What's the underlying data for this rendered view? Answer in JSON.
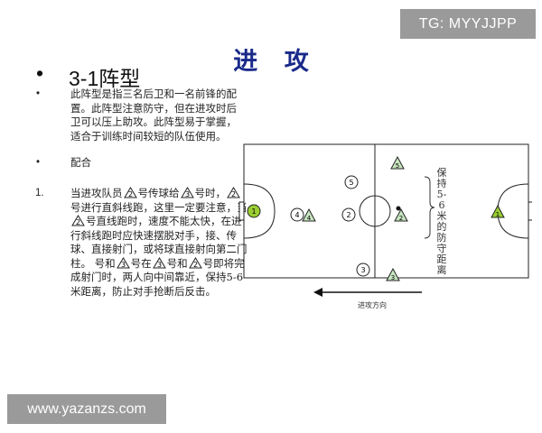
{
  "watermarks": {
    "top": "TG: MYYJJPP",
    "bottom": "www.yazanzs.com"
  },
  "title": "进 攻",
  "heading": {
    "bullet": "•",
    "text": "3-1阵型"
  },
  "bullets": [
    {
      "marker": "•",
      "text": "此阵型是指三名后卫和一名前锋的配置。此阵型注意防守，但在进攻时后卫可以压上助攻。此阵型易于掌握，适合于训练时间较短的队伍使用。"
    },
    {
      "marker": "•",
      "text": "配合"
    }
  ],
  "numbered": {
    "marker": "1.",
    "segments": [
      {
        "t": "text",
        "v": "当进攻队员"
      },
      {
        "t": "tri",
        "v": "2"
      },
      {
        "t": "text",
        "v": "号传球给"
      },
      {
        "t": "tri",
        "v": "3"
      },
      {
        "t": "text",
        "v": "号时，"
      },
      {
        "t": "tri",
        "v": "2"
      },
      {
        "t": "text",
        "v": "号进行直斜线跑，这里一定要注意，当"
      },
      {
        "t": "tri",
        "v": "2"
      },
      {
        "t": "text",
        "v": "号直线跑时，速度不能太快，在进行斜线跑时应快速摆脱对手，接、传球、直接射门，或将球直接射向第二门柱。 号和"
      },
      {
        "t": "tri",
        "v": "3"
      },
      {
        "t": "text",
        "v": "号在"
      },
      {
        "t": "tri",
        "v": "3"
      },
      {
        "t": "text",
        "v": "号和"
      },
      {
        "t": "tri",
        "v": "2"
      },
      {
        "t": "text",
        "v": "号即将完成射门时，两人向中间靠近，保持5-6米距离，防止对手抢断后反击。"
      }
    ]
  },
  "field": {
    "circles": [
      "1",
      "4",
      "2",
      "5",
      "3"
    ],
    "triangles": [
      "4",
      "5",
      "2",
      "3",
      "1"
    ],
    "arrow_caption": "进攻方向",
    "side_note": "保持5-6米的防守距离",
    "colors": {
      "circle_fill": "#ffffff",
      "goalkeeper_fill": "#9acd32",
      "triangle_fill": "#c8e6c0",
      "line": "#222222"
    }
  }
}
